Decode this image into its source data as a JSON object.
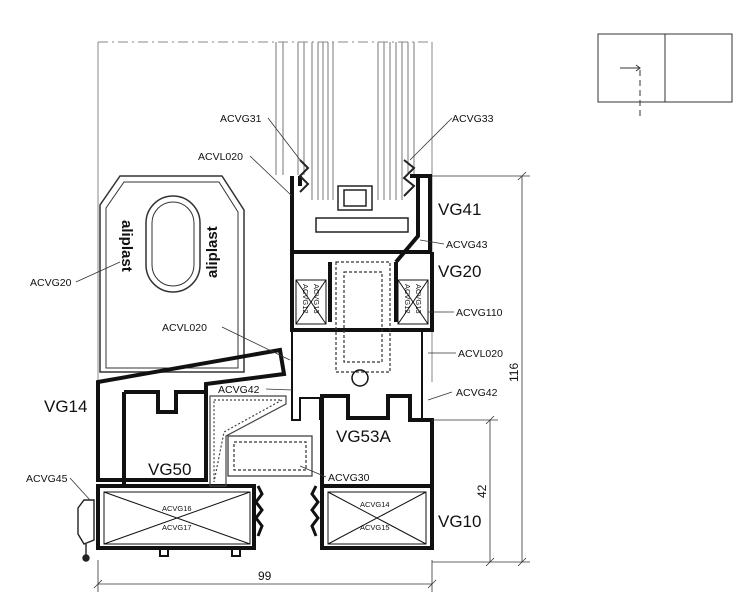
{
  "brand": {
    "left": "aliplast",
    "right": "aliplast"
  },
  "profiles": {
    "vg41": "VG41",
    "vg20": "VG20",
    "vg14": "VG14",
    "vg50": "VG50",
    "vg53a": "VG53A",
    "vg10": "VG10"
  },
  "callouts": {
    "acvg31": "ACVG31",
    "acvg33": "ACVG33",
    "acvl020_top": "ACVL020",
    "acvg43": "ACVG43",
    "acvg20": "ACVG20",
    "acvg110": "ACVG110",
    "acvl020_left": "ACVL020",
    "acvl020_right": "ACVL020",
    "acvg42_left": "ACVG42",
    "acvg42_right": "ACVG42",
    "acvg30": "ACVG30",
    "acvg45": "ACVG45"
  },
  "inserts": {
    "acvg12_l": "ACVG12",
    "acvg13_l": "ACVG13",
    "acvg12_r": "ACVG12",
    "acvg13_r": "ACVG13",
    "acvg16": "ACVG16",
    "acvg17": "ACVG17",
    "acvg14": "ACVG14",
    "acvg15": "ACVG15"
  },
  "dimensions": {
    "width": "99",
    "total_height": "116",
    "lower_height": "42"
  }
}
